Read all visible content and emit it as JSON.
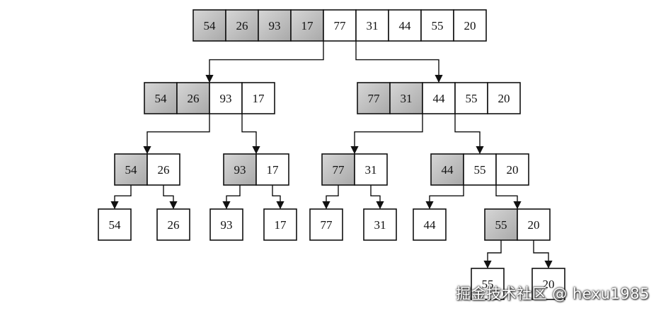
{
  "diagram": {
    "type": "merge-sort-split-tree",
    "colors": {
      "shaded": "#bdbdbd",
      "plain": "#ffffff",
      "stroke": "#111111",
      "arrow": "#111111"
    },
    "nodes": [
      {
        "id": "root",
        "values": [
          "54",
          "26",
          "93",
          "17",
          "77",
          "31",
          "44",
          "55",
          "20"
        ],
        "shaded": 4
      },
      {
        "id": "l",
        "values": [
          "54",
          "26",
          "93",
          "17"
        ],
        "shaded": 2
      },
      {
        "id": "r",
        "values": [
          "77",
          "31",
          "44",
          "55",
          "20"
        ],
        "shaded": 2
      },
      {
        "id": "ll",
        "values": [
          "54",
          "26"
        ],
        "shaded": 1
      },
      {
        "id": "lr",
        "values": [
          "93",
          "17"
        ],
        "shaded": 1
      },
      {
        "id": "rl",
        "values": [
          "77",
          "31"
        ],
        "shaded": 1
      },
      {
        "id": "rr",
        "values": [
          "44",
          "55",
          "20"
        ],
        "shaded": 1
      },
      {
        "id": "lll",
        "values": [
          "54"
        ],
        "shaded": 0
      },
      {
        "id": "llr",
        "values": [
          "26"
        ],
        "shaded": 0
      },
      {
        "id": "lrl",
        "values": [
          "93"
        ],
        "shaded": 0
      },
      {
        "id": "lrr",
        "values": [
          "17"
        ],
        "shaded": 0
      },
      {
        "id": "rll",
        "values": [
          "77"
        ],
        "shaded": 0
      },
      {
        "id": "rlr",
        "values": [
          "31"
        ],
        "shaded": 0
      },
      {
        "id": "rrl",
        "values": [
          "44"
        ],
        "shaded": 0
      },
      {
        "id": "rrr",
        "values": [
          "55",
          "20"
        ],
        "shaded": 1
      },
      {
        "id": "rrrl",
        "values": [
          "55"
        ],
        "shaded": 0
      },
      {
        "id": "rrrr",
        "values": [
          "20"
        ],
        "shaded": 0
      }
    ],
    "edges": [
      {
        "from": "root",
        "to": "l",
        "side": "left"
      },
      {
        "from": "root",
        "to": "r",
        "side": "right"
      },
      {
        "from": "l",
        "to": "ll",
        "side": "left"
      },
      {
        "from": "l",
        "to": "lr",
        "side": "right"
      },
      {
        "from": "r",
        "to": "rl",
        "side": "left"
      },
      {
        "from": "r",
        "to": "rr",
        "side": "right"
      },
      {
        "from": "ll",
        "to": "lll",
        "side": "left"
      },
      {
        "from": "ll",
        "to": "llr",
        "side": "right"
      },
      {
        "from": "lr",
        "to": "lrl",
        "side": "left"
      },
      {
        "from": "lr",
        "to": "lrr",
        "side": "right"
      },
      {
        "from": "rl",
        "to": "rll",
        "side": "left"
      },
      {
        "from": "rl",
        "to": "rlr",
        "side": "right"
      },
      {
        "from": "rr",
        "to": "rrl",
        "side": "left"
      },
      {
        "from": "rr",
        "to": "rrr",
        "side": "right"
      },
      {
        "from": "rrr",
        "to": "rrrl",
        "side": "left"
      },
      {
        "from": "rrr",
        "to": "rrrr",
        "side": "right"
      }
    ]
  },
  "watermark": {
    "text": "掘金技术社区 @ hexu1985"
  }
}
